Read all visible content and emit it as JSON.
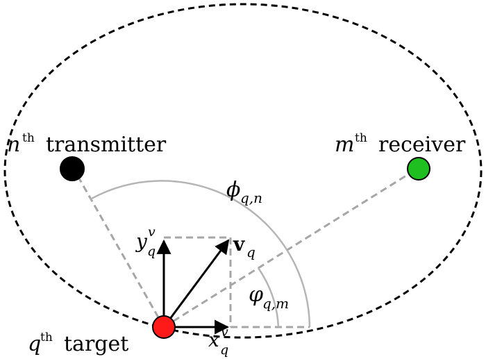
{
  "transmitter": {
    "index": "n",
    "sup": "th",
    "word": "transmitter"
  },
  "receiver": {
    "index": "m",
    "sup": "th",
    "word": "receiver"
  },
  "target": {
    "index": "q",
    "sup": "th",
    "word": "target"
  },
  "angles": {
    "phi": {
      "symbol": "ϕ",
      "sub": "q,n"
    },
    "varphi": {
      "symbol": "φ",
      "sub": "q,m"
    }
  },
  "vectors": {
    "velocity": {
      "symbol": "v",
      "sub": "q"
    },
    "x_component": {
      "symbol": "x",
      "sub": "q",
      "sup": "v"
    },
    "y_component": {
      "symbol": "y",
      "sub": "q",
      "sup": "v"
    }
  },
  "colors": {
    "ellipse": "#000000",
    "gray_lines": "#a6a6a6",
    "transmitter": "#000000",
    "receiver": "#1fbf1f",
    "target": "#ff1a1a"
  }
}
